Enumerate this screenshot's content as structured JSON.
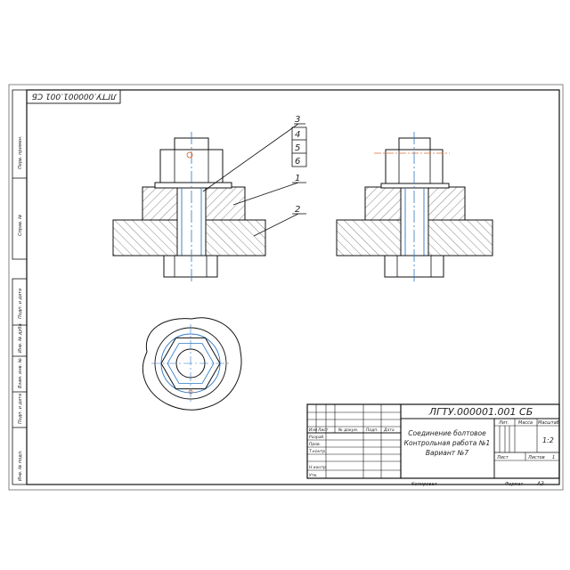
{
  "drawing": {
    "doc_code": "ЛГТУ.000001.001 СБ",
    "title_lines": [
      "Соединение болтовое",
      "Контрольная работа №1",
      "Вариант №7"
    ],
    "callouts": [
      "1",
      "2",
      "3",
      "4",
      "5",
      "6"
    ],
    "side_labels": [
      "Перв. примен.",
      "Справ. №",
      "Подп. и дата",
      "Инв. № дубл.",
      "Взам. инв. №",
      "Подп. и дата",
      "Инв. № подл."
    ],
    "stamp": {
      "col_headers": [
        "Изм",
        "Лист",
        "№ докум.",
        "Подп.",
        "Дата"
      ],
      "row_labels": [
        "Разраб.",
        "Пров.",
        "Т.контр.",
        "Н.контр.",
        "Утв."
      ],
      "lit_header": "Лит.",
      "mass_header": "Масса",
      "scale_header": "Масштаб",
      "scale_value": "1:2",
      "sheet_label": "Лист",
      "sheets_label": "Листов",
      "sheets_value": "1"
    },
    "footer": {
      "copied": "Копировал",
      "format_label": "Формат",
      "format_value": "А3"
    },
    "colors": {
      "lines": "#111111",
      "centerlines": "#2b78c4",
      "accent": "#e07030"
    }
  }
}
